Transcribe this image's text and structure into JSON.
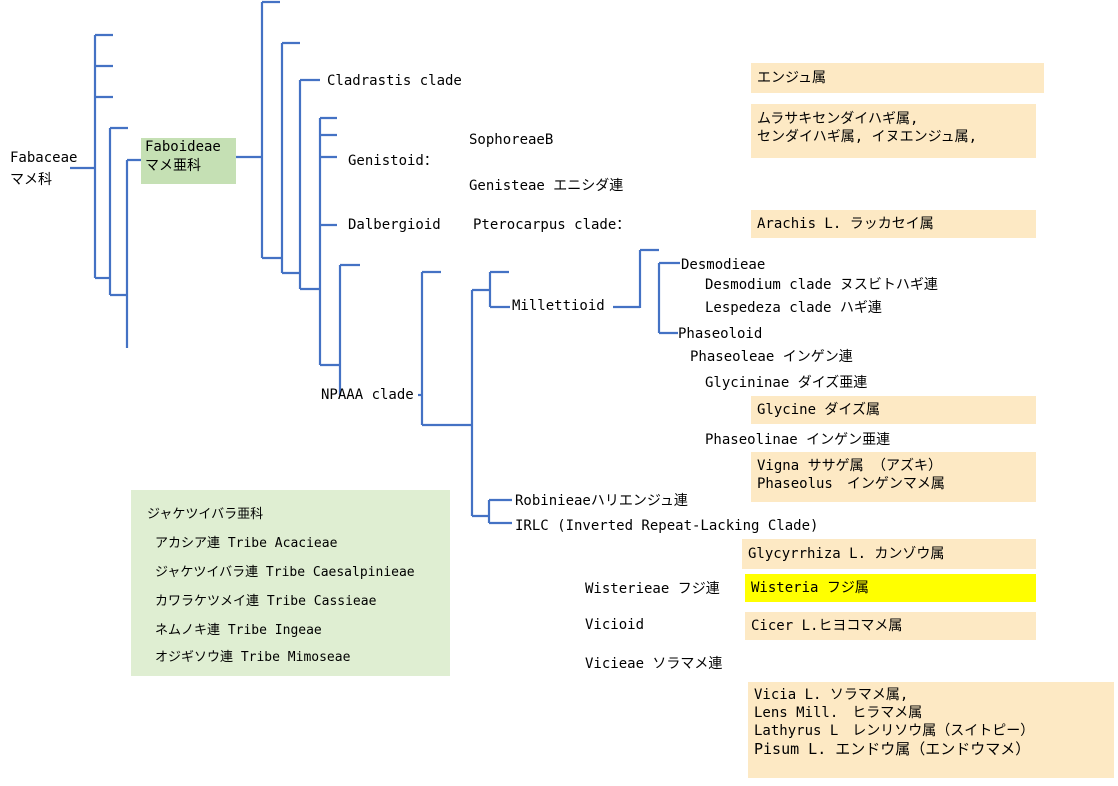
{
  "root": {
    "line1": "Fabaceae",
    "line2": "マメ科"
  },
  "faboideae": {
    "line1": "Faboideae",
    "line2": "マメ亜科"
  },
  "clades": {
    "cladrastis": "Cladrastis clade",
    "genistoid": "Genistoid：",
    "sophoreae": "SophoreaeB",
    "genisteae": "Genisteae エニシダ連",
    "dalbergioid": "Dalbergioid",
    "pterocarpus": "Pterocarpus clade：",
    "npaaa": "NPAAA clade",
    "millettioid": "Millettioid",
    "desmodieae": "Desmodieae",
    "desmodium": "Desmodium clade ヌスビトハギ連",
    "lespedeza": "Lespedeza clade ハギ連",
    "phaseoloid": "Phaseoloid",
    "phaseoleae": "Phaseoleae インゲン連",
    "glycininae": "Glycininae ダイズ亜連",
    "phaseolinae": "Phaseolinae インゲン亜連",
    "robinieae": "Robinieaeハリエンジュ連",
    "irlc": "IRLC (Inverted Repeat-Lacking Clade)",
    "wisterieae": "Wisterieae フジ連",
    "vicioid": "Vicioid",
    "vicieae": "Vicieae ソラマメ連"
  },
  "genus_boxes": {
    "enju": "エンジュ属",
    "murasaki1": "ムラサキセンダイハギ属,",
    "murasaki2": "センダイハギ属, イヌエンジュ属,",
    "arachis": "Arachis L. ラッカセイ属",
    "glycine": "Glycine ダイズ属",
    "vigna": "Vigna ササゲ属 （アズキ）",
    "phaseolus": "Phaseolus　インゲンマメ属",
    "glycyrrhiza": "Glycyrrhiza L. カンゾウ属",
    "wisteria": "Wisteria フジ属",
    "cicer": "Cicer L.ヒヨコマメ属",
    "vicia": "Vicia L. ソラマメ属,",
    "lens": "Lens Mill.　ヒラマメ属",
    "lathyrus": "Lathyrus L　レンリソウ属（スイトピー）",
    "pisum": "Pisum L. エンドウ属（エンドウマメ）"
  },
  "caesalpinioideae": {
    "title": "ジャケツイバラ亜科",
    "tribes": [
      "アカシア連 Tribe Acacieae",
      "ジャケツイバラ連 Tribe Caesalpinieae",
      "カワラケツメイ連 Tribe Cassieae",
      "ネムノキ連 Tribe Ingeae",
      "オジギソウ連 Tribe Mimoseae"
    ]
  },
  "colors": {
    "branch": "#4472c4",
    "genus_box": "#fde9c4",
    "highlight": "#ffff00",
    "subfamily_box": "#dfeed2",
    "faboideae_box": "#c5e0b4"
  }
}
